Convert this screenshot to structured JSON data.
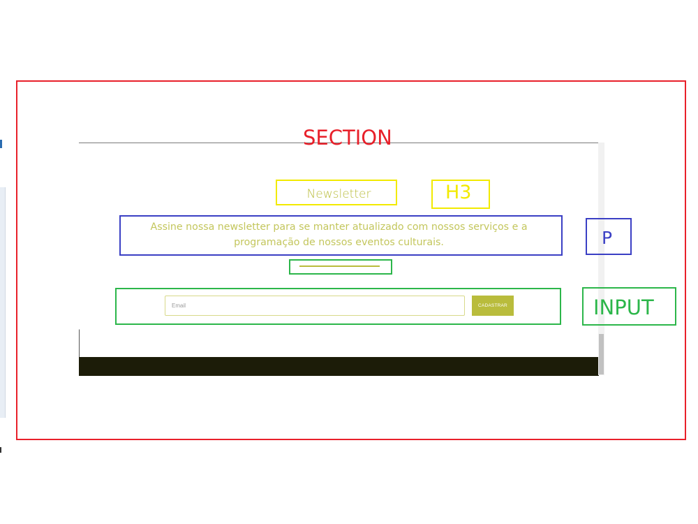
{
  "annotations": {
    "section": {
      "label": "SECTION",
      "color": "#e8202a"
    },
    "h3": {
      "label": "H3",
      "color": "#f2ea00"
    },
    "p": {
      "label": "P",
      "color": "#3a3fc4"
    },
    "input": {
      "label": "INPUT",
      "color": "#2cb64a"
    }
  },
  "newsletter": {
    "title": "Newsletter",
    "description": "Assine nossa newsletter para se manter atualizado com nossos serviços e a programação de nossos eventos culturais.",
    "email_placeholder": "Email",
    "email_value": "",
    "submit_label": "CADASTRAR",
    "accent_color": "#b9bc3c",
    "footer_color": "#1c1c08"
  }
}
